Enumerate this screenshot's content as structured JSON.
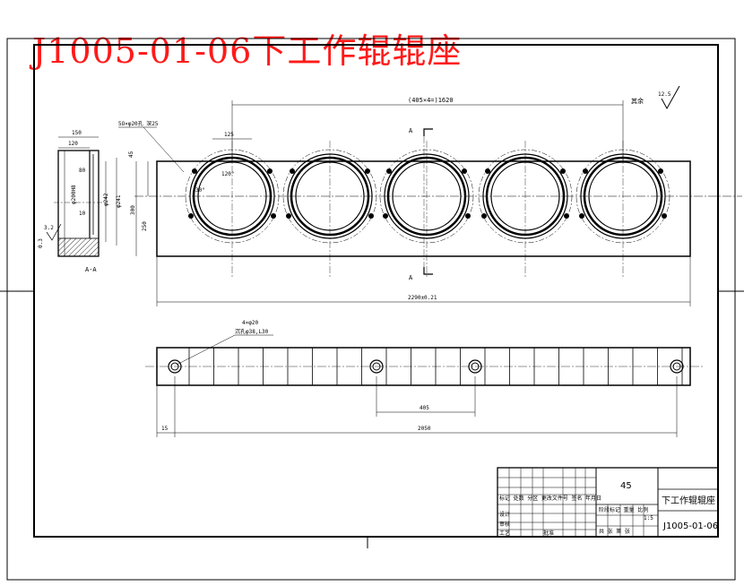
{
  "title": "J1005-01-06下工作辊辊座",
  "dims": {
    "hole_spacing_top": "(405×4=)1620",
    "roughness_label": "其余",
    "roughness_value": "12.5",
    "bore_callout": "5O×φ20孔 深25",
    "pitch_125": "125",
    "angle_120": "120°",
    "angle_30": "30°",
    "height_45": "45",
    "height_300": "300",
    "height_250": "250",
    "length_2290": "2290±0.21",
    "section_mark": "A",
    "hole_callout_line1": "4×φ20",
    "hole_callout_line2": "沉孔φ38,L30",
    "spacing_405": "405",
    "length_2050": "2050",
    "offset_15": "15"
  },
  "section_view": {
    "w150": "150",
    "w120": "120",
    "d80": "80",
    "d10": "10",
    "phi_bore": "φ200H8",
    "phi_a": "φ242",
    "phi_b": "φ241",
    "r32": "3.2",
    "r03": "0.3",
    "label": "A-A"
  },
  "title_block": {
    "material": "45",
    "part_name": "下工作辊辊座",
    "drawing_no": "J1005-01-06",
    "scale": "1:5",
    "design": "设计",
    "review": "审核",
    "process": "工艺",
    "approve": "批准",
    "sheet": "共 张 第 张",
    "mark_row": "标记 处数 分区 更改文件号 签名 年月日",
    "stage": "阶段标记 重量 比例"
  }
}
